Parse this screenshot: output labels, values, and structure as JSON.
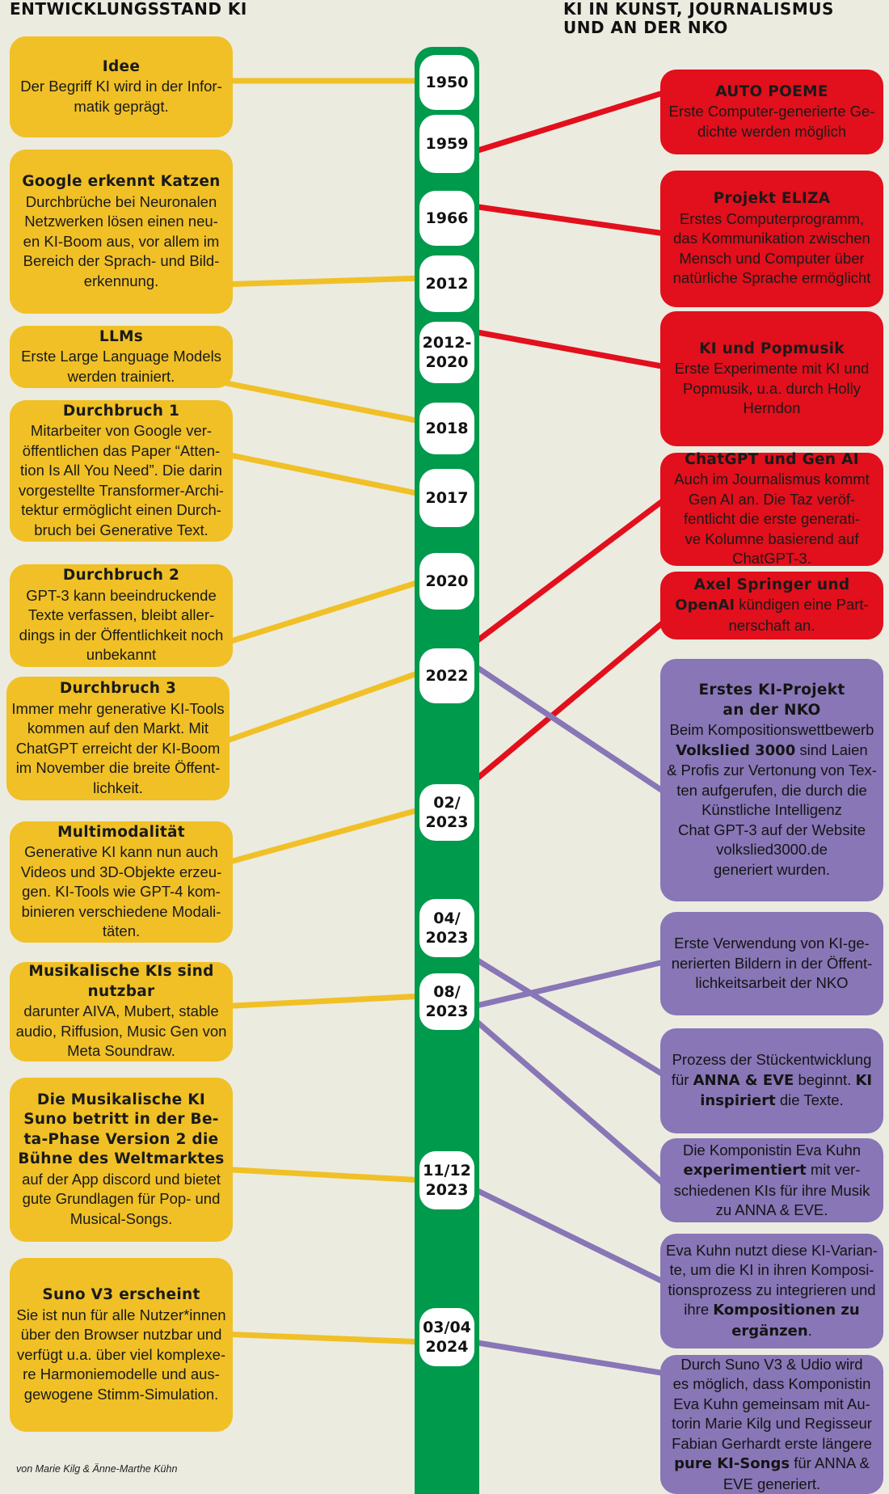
{
  "headers": {
    "left": "ENTWICKLUNGSSTAND KI",
    "right_line1": "KI IN KUNST, JOURNALISMUS",
    "right_line2": "UND AN DER NKO"
  },
  "colors": {
    "background": "#ecebe0",
    "timeline": "#009a4c",
    "yellow": "#f0c026",
    "red": "#e20f1c",
    "purple": "#8876b6"
  },
  "years": [
    "1950",
    "1959",
    "1966",
    "2012",
    "2012-\n2020",
    "2018",
    "2017",
    "2020",
    "2022",
    "02/\n2023",
    "04/\n2023",
    "08/\n2023",
    "11/12\n2023",
    "03/04\n2024"
  ],
  "left_cards": [
    {
      "title": "Idee",
      "body": "Der Begriff KI wird in der Infor-\nmatik geprägt."
    },
    {
      "title": "Google erkennt Katzen",
      "body": "Durchbrüche bei Neuronalen\nNetzwerken lösen einen neu-\nen KI-Boom aus, vor allem im\nBereich der Sprach- und Bild-\nerkennung."
    },
    {
      "title": "LLMs",
      "body": "Erste Large Language Models\nwerden trainiert."
    },
    {
      "title": "Durchbruch 1",
      "body": "Mitarbeiter von Google ver-\nöffentlichen das Paper “Atten-\ntion Is All You Need”. Die darin\nvorgestellte Transformer-Archi-\ntektur ermöglicht einen Durch-\nbruch bei Generative Text."
    },
    {
      "title": "Durchbruch 2",
      "body": "GPT-3 kann beeindruckende\nTexte verfassen, bleibt aller-\ndings in der Öffentlichkeit noch\nunbekannt"
    },
    {
      "title": "Durchbruch 3",
      "body": "Immer mehr generative KI-Tools\nkommen auf den Markt. Mit\nChatGPT erreicht der KI-Boom\nim November die breite Öffent-\nlichkeit."
    },
    {
      "title": "Multimodalität",
      "body": "Generative KI kann nun auch\nVideos und 3D-Objekte erzeu-\ngen. KI-Tools wie GPT-4 kom-\nbinieren verschiedene Modali-\ntäten."
    },
    {
      "title": "Musikalische KIs sind\nnutzbar",
      "body": "darunter AIVA, Mubert, stable\naudio, Riffusion, Music Gen von\nMeta Soundraw."
    },
    {
      "title": "Die Musikalische KI\nSuno betritt in der Be-\nta-Phase Version 2 die\nBühne des Weltmarktes",
      "body": "auf der App discord und bietet\ngute Grundlagen für Pop- und\nMusical-Songs."
    },
    {
      "title": "Suno V3 erscheint",
      "body": "Sie ist nun für alle Nutzer*innen\nüber den Browser nutzbar und\nverfügt u.a. über viel komplexe-\nre Harmoniemodelle und aus-\ngewogene Stimm-Simulation."
    }
  ],
  "right_cards": [
    {
      "title": "AUTO POEME",
      "body": "Erste Computer-generierte Ge-\ndichte werden möglich"
    },
    {
      "title": "Projekt ELIZA",
      "body": "Erstes Computerprogramm,\ndas Kommunikation zwischen\nMensch und Computer über\nnatürliche Sprache ermöglicht"
    },
    {
      "title": "KI und Popmusik",
      "body": "Erste Experimente mit KI und\nPopmusik, u.a. durch Holly\nHerndon"
    },
    {
      "title": "ChatGPT und Gen AI",
      "body": "Auch im Journalismus kommt\nGen AI an. Die Taz veröf-\nfentlicht die erste generati-\nve Kolumne basierend auf\nChatGPT-3."
    },
    {
      "title": "Axel Springer und",
      "body_parts": [
        {
          "t": "OpenAI",
          "b": true
        },
        {
          "t": " kündigen eine Part-\nnerschaft an.",
          "b": false
        }
      ]
    },
    {
      "title": "Erstes KI-Projekt\nan der NKO",
      "body_parts": [
        {
          "t": "Beim Kompositionswettbewerb\n",
          "b": false
        },
        {
          "t": "Volkslied 3000",
          "b": true
        },
        {
          "t": " sind Laien\n& Profis zur Vertonung von Tex-\nten aufgerufen, die durch die\nKünstliche Intelligenz\nChat GPT-3 auf der Website\nvolkslied3000.de\ngeneriert wurden.",
          "b": false
        }
      ]
    },
    {
      "body_parts": [
        {
          "t": "Erste Verwendung von KI-ge-\nnerierten Bildern in der Öffent-\nlichkeitsarbeit der NKO",
          "b": false
        }
      ]
    },
    {
      "body_parts": [
        {
          "t": "Prozess der Stückentwicklung\nfür ",
          "b": false
        },
        {
          "t": "ANNA & EVE",
          "b": true
        },
        {
          "t": " beginnt. ",
          "b": false
        },
        {
          "t": "KI\ninspiriert",
          "b": true
        },
        {
          "t": " die Texte.",
          "b": false
        }
      ]
    },
    {
      "body_parts": [
        {
          "t": "Die Komponistin Eva Kuhn\n",
          "b": false
        },
        {
          "t": "experimentiert",
          "b": true
        },
        {
          "t": " mit ver-\nschiedenen KIs für ihre Musik\nzu ANNA & EVE.",
          "b": false
        }
      ]
    },
    {
      "body_parts": [
        {
          "t": "Eva Kuhn nutzt diese KI-Varian-\nte, um die KI in ihren Komposi-\ntionsprozess zu integrieren und\nihre ",
          "b": false
        },
        {
          "t": "Kompositionen zu\nergänzen",
          "b": true
        },
        {
          "t": ".",
          "b": false
        }
      ]
    },
    {
      "body_parts": [
        {
          "t": "Durch Suno V3 & Udio wird\nes möglich, dass Komponistin\nEva Kuhn gemeinsam mit Au-\ntorin Marie Kilg und Regisseur\nFabian Gerhardt erste längere\n",
          "b": false
        },
        {
          "t": "pure KI-Songs",
          "b": true
        },
        {
          "t": " für ANNA &\nEVE generiert.",
          "b": false
        }
      ]
    }
  ],
  "credit": "von Marie Kilg & Änne-Marthe Kühn"
}
